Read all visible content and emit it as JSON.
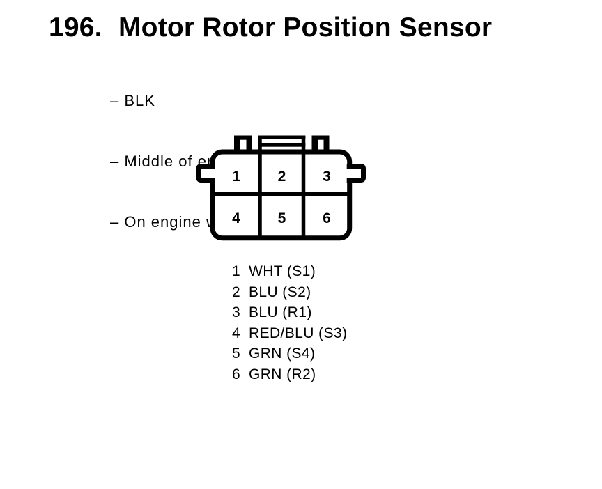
{
  "page": {
    "background": "#ffffff",
    "ink_color": "#000000"
  },
  "title": {
    "number": "196.",
    "text": "Motor Rotor Position Sensor"
  },
  "notes": {
    "items": [
      "– BLK",
      "– Middle of engine",
      "– On engine wire harness"
    ]
  },
  "connector": {
    "rows": 2,
    "columns": 3,
    "cells": [
      "1",
      "2",
      "3",
      "4",
      "5",
      "6"
    ]
  },
  "pins": [
    {
      "num": "1",
      "desc": "WHT (S1)"
    },
    {
      "num": "2",
      "desc": "BLU (S2)"
    },
    {
      "num": "3",
      "desc": "BLU (R1)"
    },
    {
      "num": "4",
      "desc": "RED/BLU (S3)"
    },
    {
      "num": "5",
      "desc": "GRN (S4)"
    },
    {
      "num": "6",
      "desc": "GRN (R2)"
    }
  ]
}
